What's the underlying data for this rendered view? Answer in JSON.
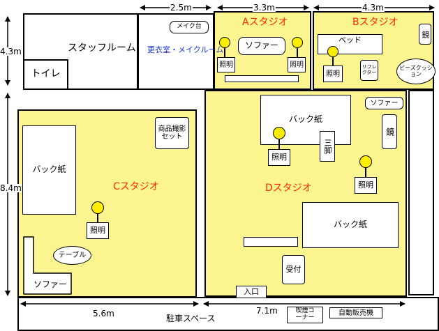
{
  "dimensions": {
    "d1": "2.5m",
    "d2": "3.3m",
    "d3": "4.3m",
    "left_top": "4.3m",
    "left_main": "8.4m",
    "bottom_left": "5.6m",
    "bottom_right": "7.1m"
  },
  "rooms": {
    "staff": "スタッフルーム",
    "toilet": "トイレ",
    "dressing": "更衣室・メイクルーム",
    "makeup_table": "メイク台",
    "studio_a": "Aスタジオ",
    "studio_b": "Bスタジオ",
    "studio_c": "Cスタジオ",
    "studio_d": "Dスタジオ",
    "parking": "駐車スペース"
  },
  "furniture": {
    "sofa": "ソファー",
    "lighting": "照明",
    "bed": "ベッド",
    "mirror": "鏡",
    "reflector": "リフレクター",
    "beads_cushion": "ビーズクッション",
    "backdrop": "バック紙",
    "product_shoot_set": "商品撮影セット",
    "table": "テーブル",
    "tripod": "三脚",
    "reception": "受付",
    "entrance": "入口",
    "smoking_corner": "喫煙コーナー",
    "vending": "自動販売機"
  },
  "colors": {
    "studio_fill": "#fdf58f",
    "studio_label": "#ff2a00",
    "dressing_label": "#1a37c8",
    "light_bulb": "#ffee00"
  }
}
